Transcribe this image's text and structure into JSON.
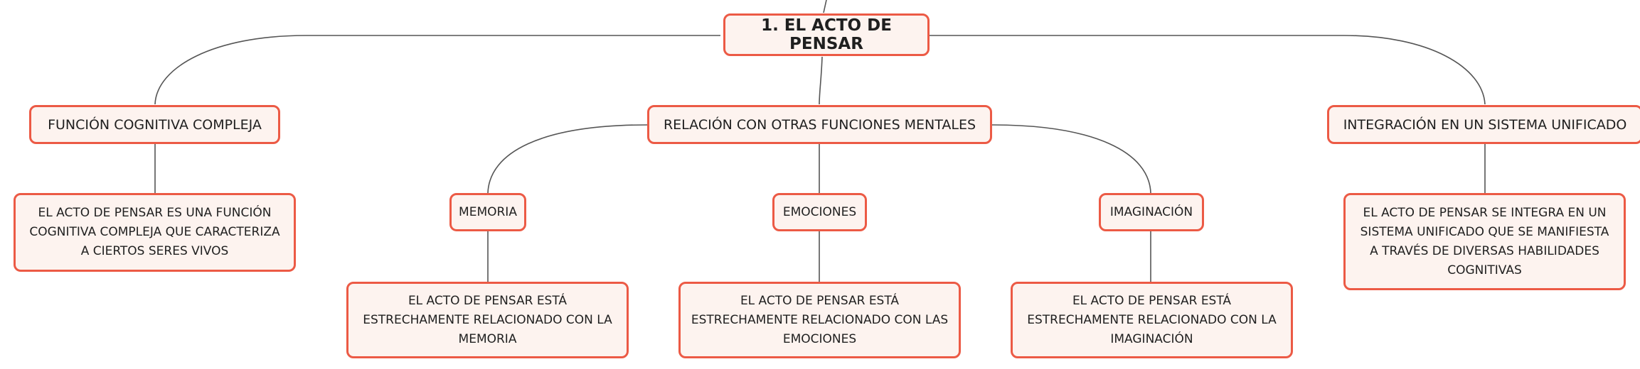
{
  "colors": {
    "node_border": "#ec5a45",
    "node_fill": "#fdf3ef",
    "connector": "#555555",
    "text": "#1f1f1f"
  },
  "root": {
    "label": "1. EL ACTO DE PENSAR"
  },
  "branches": [
    {
      "label": "FUNCIÓN COGNITIVA COMPLEJA",
      "description": "EL ACTO DE PENSAR ES UNA FUNCIÓN COGNITIVA COMPLEJA QUE CARACTERIZA A CIERTOS SERES VIVOS"
    },
    {
      "label": "RELACIÓN CON OTRAS FUNCIONES MENTALES",
      "children": [
        {
          "label": "MEMORIA",
          "description": "EL ACTO DE PENSAR ESTÁ ESTRECHAMENTE RELACIONADO CON LA MEMORIA"
        },
        {
          "label": "EMOCIONES",
          "description": "EL ACTO DE PENSAR ESTÁ ESTRECHAMENTE RELACIONADO CON LAS EMOCIONES"
        },
        {
          "label": "IMAGINACIÓN",
          "description": "EL ACTO DE PENSAR ESTÁ ESTRECHAMENTE RELACIONADO CON LA IMAGINACIÓN"
        }
      ]
    },
    {
      "label": "INTEGRACIÓN EN UN SISTEMA UNIFICADO",
      "description": "EL ACTO DE PENSAR SE INTEGRA EN UN SISTEMA UNIFICADO QUE SE MANIFIESTA A TRAVÉS DE DIVERSAS HABILIDADES COGNITIVAS"
    }
  ]
}
